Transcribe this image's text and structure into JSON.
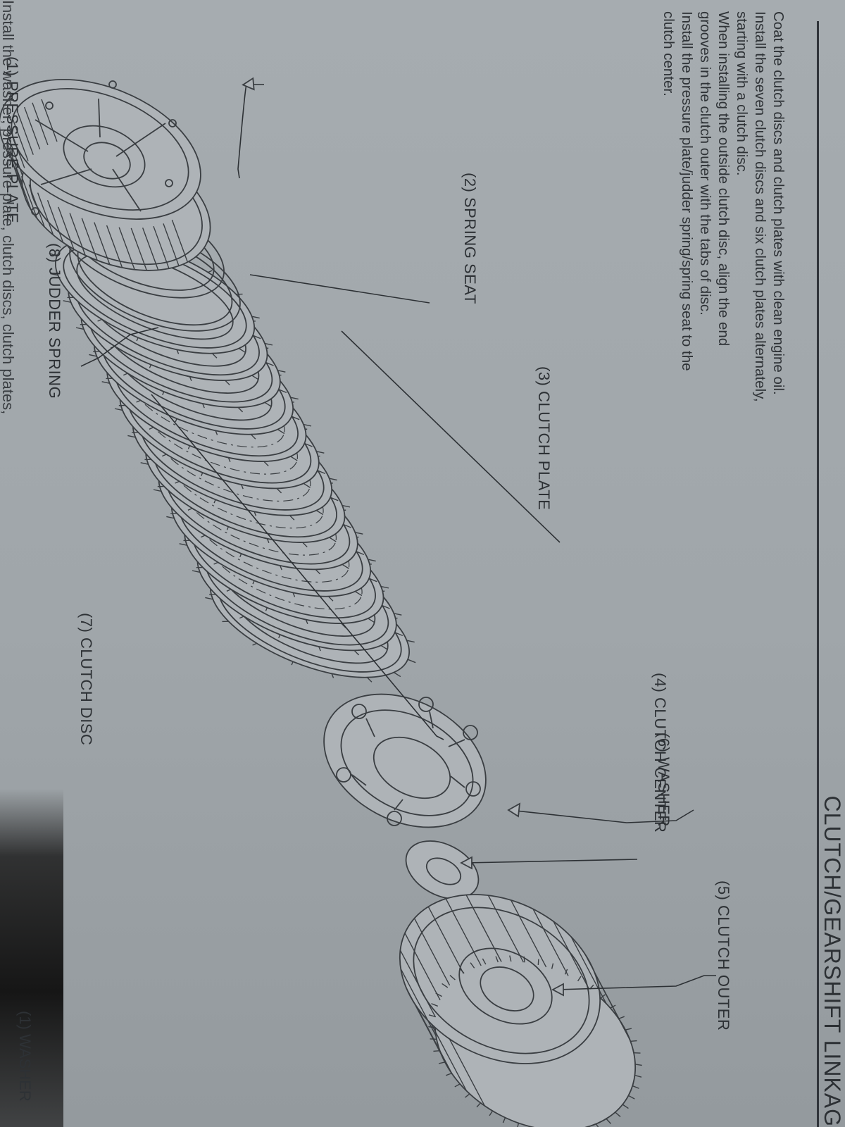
{
  "header": {
    "title": "CLUTCH/GEARSHIFT LINKAG"
  },
  "instructions": [
    "Coat the clutch discs and clutch plates with clean engine oil.",
    "Install the seven clutch discs and six clutch plates alternately,",
    "starting with a clutch disc.",
    "When installing the outside clutch disc, align the end",
    "grooves in the clutch outer with the tabs of disc.",
    "Install the pressure plate/judder spring/spring seat to the",
    "clutch center."
  ],
  "labels": {
    "pressure_plate": "(1) PRESSURE PLATE",
    "spring_seat": "(2) SPRING SEAT",
    "clutch_plate": "(3) CLUTCH PLATE",
    "clutch_center": "(4) CLUTCH CENTER",
    "clutch_outer": "(5) CLUTCH OUTER",
    "washer": "(6) WASHER",
    "clutch_disc": "(7) CLUTCH DISC",
    "judder_spring": "(8) JUDDER SPRING"
  },
  "footer": {
    "cutoff_text": "Install the washer, pressure plate, clutch discs, clutch plates,",
    "next_label": "(1) WASHER"
  }
}
